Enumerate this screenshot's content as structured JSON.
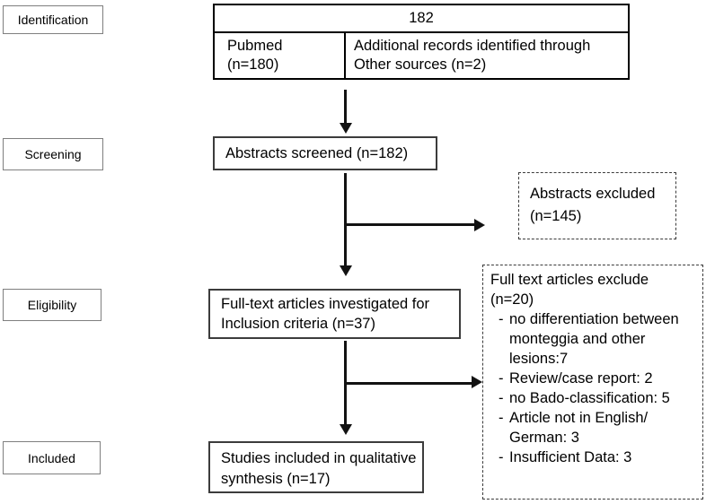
{
  "colors": {
    "text": "#000000",
    "box_border": "#000000",
    "arrow": "#121212",
    "background": "#ffffff"
  },
  "stages": {
    "identification": "Identification",
    "screening": "Screening",
    "eligibility": "Eligibility",
    "included": "Included"
  },
  "identification_box": {
    "total": "182",
    "source_left": "Pubmed\n(n=180)",
    "source_right": "Additional records identified through\nOther sources (n=2)"
  },
  "screening_box": {
    "text": "Abstracts screened (n=182)"
  },
  "abstracts_excluded_box": {
    "text": "Abstracts excluded\n(n=145)"
  },
  "eligibility_box": {
    "text": "Full-text articles investigated for\nInclusion criteria (n=37)"
  },
  "fulltext_exclusion_box": {
    "title": "Full text articles exclude\n(n=20)",
    "bullet": "-",
    "items": [
      "no differentiation between\nmonteggia and other\nlesions:7",
      "Review/case report: 2",
      "no Bado-classification: 5",
      "Article not in English/\nGerman: 3",
      "Insufficient Data: 3"
    ]
  },
  "included_box": {
    "text": "Studies included in qualitative\nsynthesis (n=17)"
  }
}
